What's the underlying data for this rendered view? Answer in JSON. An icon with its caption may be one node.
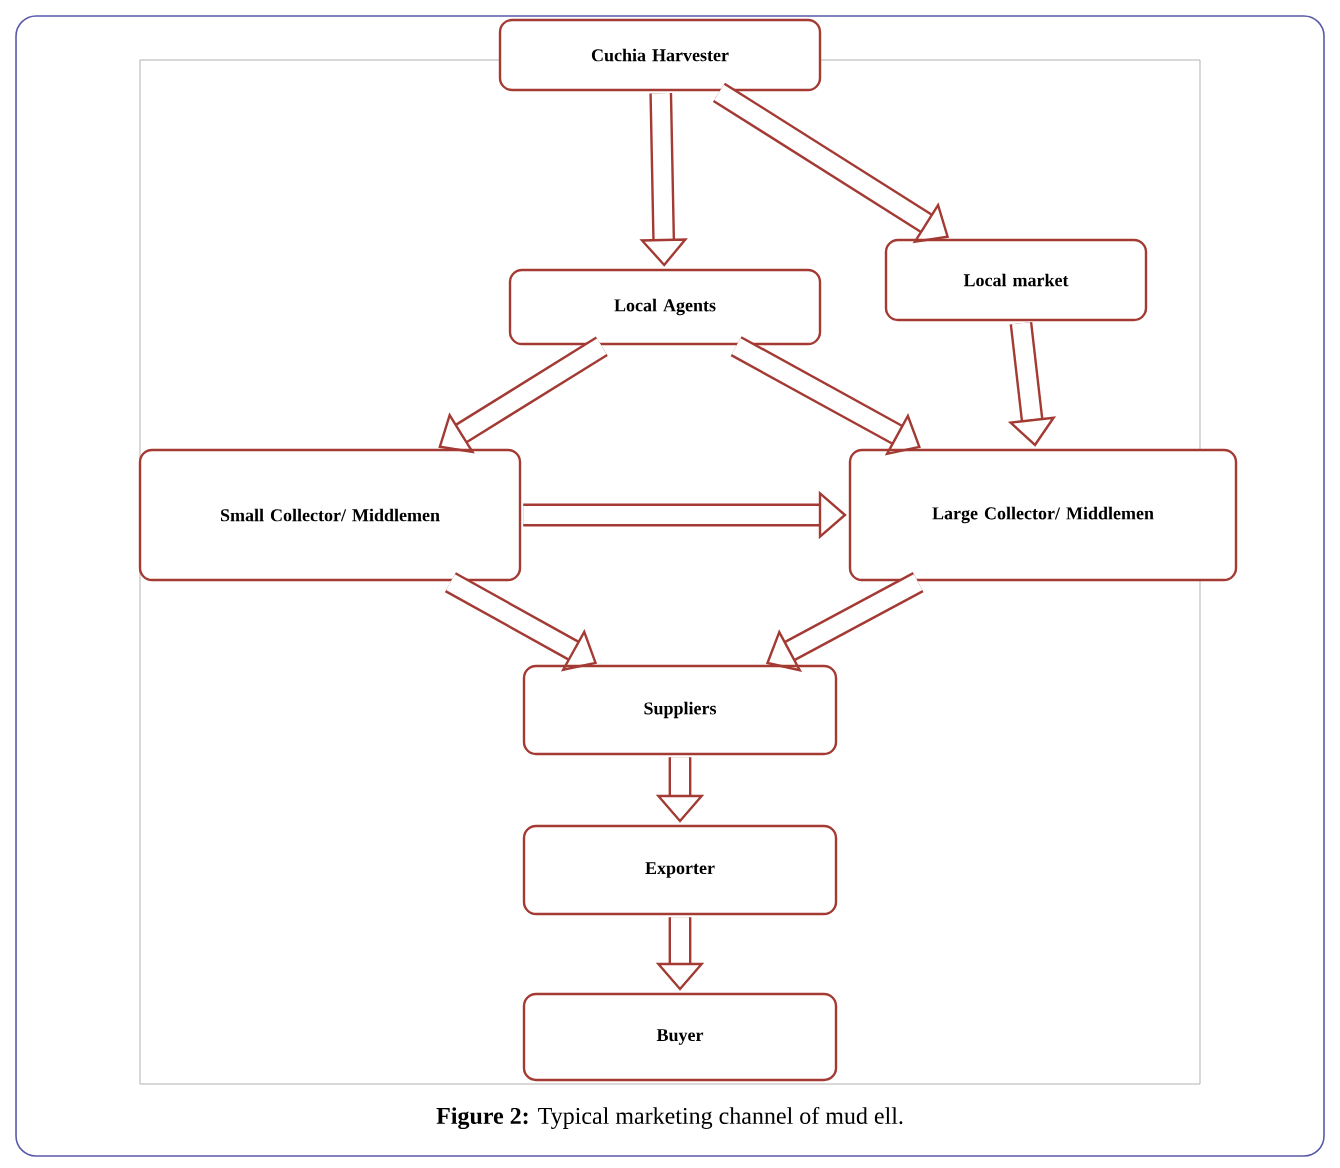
{
  "diagram": {
    "caption": "**Figure 2:** Typical marketing channel of mud ell.",
    "nodes": [
      {
        "text": [
          "Cuchia Harvester"
        ]
      },
      {
        "text": [
          "Local Agents"
        ]
      },
      {
        "text": [
          "Local market"
        ]
      },
      {
        "text": [
          "Small Collector/ Middlemen"
        ]
      },
      {
        "text": [
          "Large Collector/ Middlemen"
        ]
      },
      {
        "text": [
          "Suppliers"
        ]
      },
      {
        "text": [
          "Exporter"
        ]
      },
      {
        "text": [
          "Buyer"
        ]
      }
    ],
    "edges": [
      {
        "from": 0,
        "to": 1,
        "arrow": "to"
      },
      {
        "from": 0,
        "to": 2,
        "arrow": "to"
      },
      {
        "from": 1,
        "to": 3,
        "arrow": "to"
      },
      {
        "from": 1,
        "to": 4,
        "arrow": "to"
      },
      {
        "from": 2,
        "to": 4,
        "arrow": "to"
      },
      {
        "from": 3,
        "to": 4,
        "arrow": "to"
      },
      {
        "from": 3,
        "to": 5,
        "arrow": "to"
      },
      {
        "from": 4,
        "to": 5,
        "arrow": "to"
      },
      {
        "from": 5,
        "to": 6,
        "arrow": "to"
      },
      {
        "from": 6,
        "to": 7,
        "arrow": "to"
      }
    ]
  }
}
